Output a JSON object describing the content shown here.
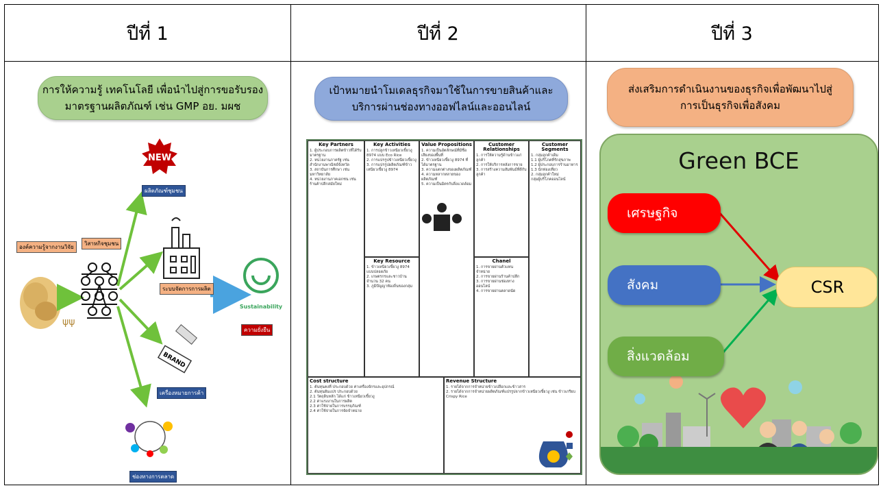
{
  "headers": [
    "ปีที่ 1",
    "ปีที่ 2",
    "ปีที่ 3"
  ],
  "year1": {
    "pill": [
      "การให้ความรู้ เทคโนโลยี เพื่อนำไปสู่การขอรับรอง",
      "มาตรฐานผลิตภัณฑ์ เช่น GMP อย. มผช"
    ],
    "new_badge": "NEW",
    "labels": {
      "knowledge": "องค์ความรู้จากงานวิจัย",
      "community": "วิสาหกิจชุมชน",
      "new_product": "ผลิตภัณฑ์ชุมชน",
      "production": "ระบบจัดการการผลิต",
      "brand": "BRAND",
      "trademark": "เครื่องหมายการค้า",
      "marketing": "ช่องทางการตลาด",
      "sustainability": "Sustainability",
      "sustainability_sub": "ความยั่งยืน"
    }
  },
  "year2": {
    "pill": [
      "เป้าหมายนำโมเดลธุรกิจมาใช้ในการขายสินค้าและ",
      "บริการผ่านช่องทางออฟไลน์และออนไลน์"
    ],
    "bmc": {
      "key_partners": {
        "title": "Key Partners",
        "lines": [
          "1. ผู้ประกอบการผลิตข้าวที่ได้รับมาตรฐาน",
          "2. หน่วยงานภาครัฐ เช่น สำนักงานพาณิชย์จังหวัด",
          "3. สถาบันการศึกษา เช่น มหาวิทยาลัย",
          "4. หน่วยงานภาคเอกชน เช่น ร้านค้าปลีกสมัยใหม่"
        ]
      },
      "key_activities": {
        "title": "Key Activities",
        "lines": [
          "1. การปลูกข้าวเหนียวเขี้ยวงู 8974 แบบ Eco Rice",
          "2. การแปรรูปข้าวเหนียวเขี้ยวงู",
          "3. การแปรรูปผลิตภัณฑ์ข้าวเหนียวเขี้ยวงู 8974"
        ]
      },
      "key_resource": {
        "title": "Key Resource",
        "lines": [
          "1. ข้าวเหนียวเขี้ยวงู 8974 แบบปลอดภัย",
          "2. เกษตรกรและชาวบ้าน จำนวน 32 คน",
          "3. ภูมิปัญญาท้องถิ่นของกลุ่ม"
        ]
      },
      "value_propositions": {
        "title": "Value Propositions",
        "lines": [
          "1. ความเป็นอัตลักษณ์ที่มีชื่อเสียงของพื้นที่",
          "2. ข้าวเหนียวเขี้ยวงู 8974 ที่ได้มาตรฐาน",
          "3. ความแตกต่างของผลิตภัณฑ์",
          "4. ความหลากหลายของผลิตภัณฑ์",
          "5. ความเป็นมิตรกับสิ่งแวดล้อม"
        ]
      },
      "customer_relationships": {
        "title": "Customer Relationships",
        "lines": [
          "1. การให้ความรู้ด้านข้าวแก่ลูกค้า",
          "2. การให้บริการหลังการขาย",
          "3. การสร้างความสัมพันธ์ที่ดีกับลูกค้า"
        ]
      },
      "channel": {
        "title": "Chanel",
        "lines": [
          "1. การขายผ่านตัวแทนจำหน่าย",
          "2. การขายผ่านร้านค้าปลีก",
          "3. การขายผ่านช่องทางออนไลน์",
          "4. การขายผ่านตลาดนัด"
        ]
      },
      "customer_segments": {
        "title": "Customer Segments",
        "lines": [
          "1. กลุ่มลูกค้าเดิม",
          "1.1 ผู้บริโภคที่รักสุขภาพ",
          "1.2 ผู้ประกอบการร้านอาหาร",
          "1.3 นักท่องเที่ยว",
          "2. กลุ่มลูกค้าใหม่",
          "กลุ่มผู้บริโภคออนไลน์"
        ]
      },
      "cost_structure": {
        "title": "Cost structure",
        "lines": [
          "1. ต้นทุนคงที่ ประกอบด้วย ค่าเครื่องจักรและอุปกรณ์",
          "2. ต้นทุนผันแปร ประกอบด้วย",
          "2.1 วัตถุดิบหลัก ได้แก่ ข้าวเหนียวเขี้ยวงู",
          "2.2 ค่าแรงงานในการผลิต",
          "2.3 ค่าใช้จ่ายในการบรรจุภัณฑ์",
          "2.4 ค่าใช้จ่ายในการจัดจำหน่าย"
        ]
      },
      "revenue_structure": {
        "title": "Revenue Structure",
        "lines": [
          "1. รายได้จากการจำหน่ายข้าวเปลือกและข้าวสาร",
          "2. รายได้จากการจำหน่ายผลิตภัณฑ์แปรรูปจากข้าวเหนียวเขี้ยวงู เช่น ข้าวเกรียบ Crispy Rice"
        ]
      }
    }
  },
  "year3": {
    "pill": [
      "ส่งเสริมการดำเนินงานของธุรกิจเพื่อพัฒนาไปสู่",
      "การเป็นธุรกิจเพื่อสังคม"
    ],
    "title": "Green BCE",
    "nodes": {
      "economy": "เศรษฐกิจ",
      "society": "สังคม",
      "environment": "สิ่งแวดล้อม",
      "csr": "CSR"
    },
    "colors": {
      "economy": "#ff0000",
      "society": "#4472c4",
      "environment": "#70ad47",
      "csr": "#ffe699",
      "panel": "#a9d08e"
    }
  }
}
